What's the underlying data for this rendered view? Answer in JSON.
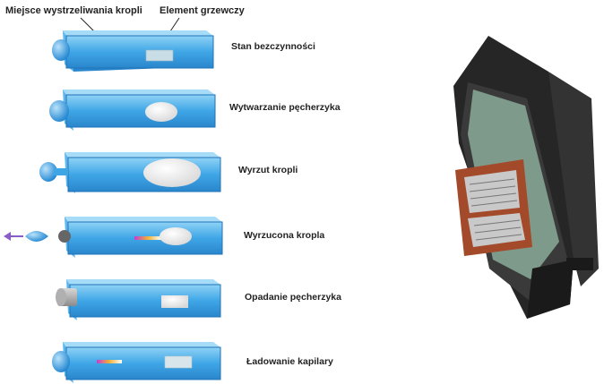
{
  "callouts": {
    "nozzle": "Miejsce wystrzeliwania kropli",
    "heater": "Element grzewczy"
  },
  "stages": [
    {
      "label": "Stan bezczynności",
      "state": "idle"
    },
    {
      "label": "Wytwarzanie pęcherzyka",
      "state": "bubble-forming"
    },
    {
      "label": "Wyrzut kropli",
      "state": "ejecting"
    },
    {
      "label": "Wyrzucona kropla",
      "state": "ejected"
    },
    {
      "label": "Opadanie pęcherzyka",
      "state": "bubble-collapse"
    },
    {
      "label": "Ładowanie kapilary",
      "state": "refill"
    }
  ],
  "colors": {
    "channel_fill": "#3fa6e6",
    "channel_light": "#7cc8f2",
    "channel_edge": "#1f73b8",
    "bubble": "#f3f3f3",
    "heater": "#b9d3de",
    "nozzle_drop": "#2f9be0",
    "arrow": "#8a5cc9",
    "printhead_frame": "#2b2b2b",
    "printhead_copper": "#a34a2a",
    "printhead_board": "#7d9a8a"
  }
}
